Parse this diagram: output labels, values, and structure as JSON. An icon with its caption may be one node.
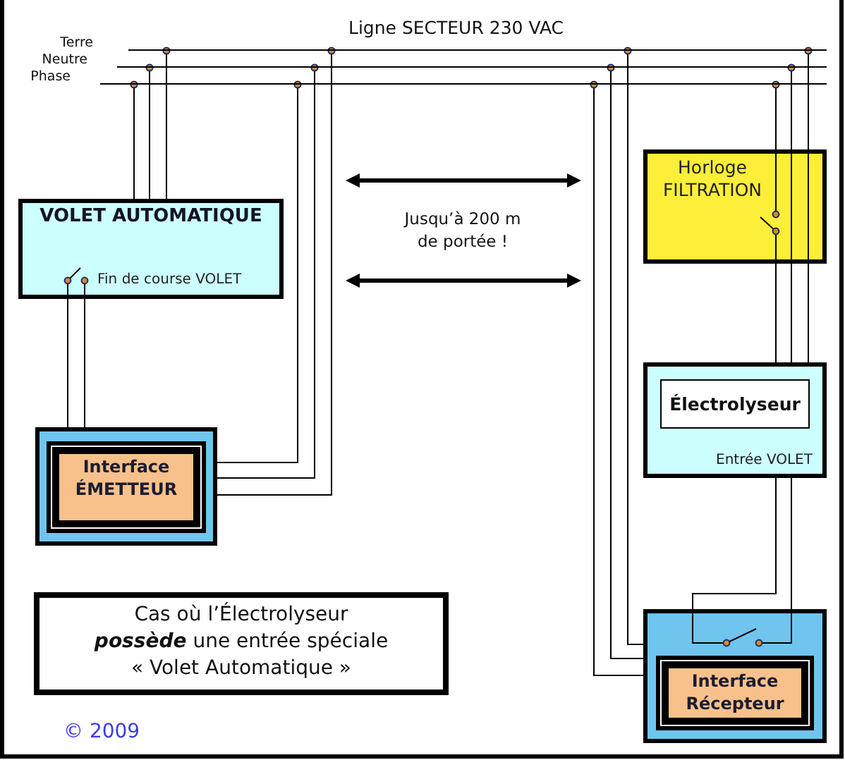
{
  "diagram": {
    "nodes": [
      {
        "text": [
          "Terre"
        ]
      },
      {
        "text": [
          "Neutre"
        ]
      },
      {
        "text": [
          "Phase"
        ]
      },
      {
        "text": [
          "VOLET AUTOMATIQUE",
          "Fin de course VOLET"
        ]
      },
      {
        "text": [
          "Horloge FILTRATION"
        ]
      },
      {
        "text": [],
        "shape": "box"
      },
      {
        "text": [
          "Interface ÉMETTEUR"
        ],
        "in": 5
      },
      {
        "text": [
          "Entrée VOLET"
        ]
      },
      {
        "text": [
          "Électrolyseur"
        ],
        "in": 7
      },
      {
        "text": [
          "Cas où l’Électrolyseur **possède** une entrée spéciale « Volet Automatique »"
        ]
      },
      {
        "text": [],
        "shape": "box"
      },
      {
        "text": [
          "Interface Récepteur"
        ],
        "in": 10
      }
    ],
    "edges": [
      {
        "from": 3,
        "to": 2,
        "arrow": "other"
      },
      {
        "from": 3,
        "to": 1,
        "arrow": "other"
      },
      {
        "from": 3,
        "to": 0,
        "arrow": "other"
      },
      {
        "from": 4,
        "to": 2,
        "arrow": "other"
      },
      {
        "from": 4,
        "to": 1,
        "arrow": "other"
      },
      {
        "from": 4,
        "to": 0,
        "arrow": "other"
      },
      {
        "from": 3,
        "to": 5,
        "arrow": "none"
      },
      {
        "from": 3,
        "to": 5,
        "arrow": "none"
      },
      {
        "from": 5,
        "to": 2,
        "arrow": "other"
      },
      {
        "from": 5,
        "to": 1,
        "arrow": "other"
      },
      {
        "from": 5,
        "to": 0,
        "arrow": "other"
      },
      {
        "from": 4,
        "to": 7,
        "arrow": "none"
      },
      {
        "from": 4,
        "to": 7,
        "arrow": "none"
      },
      {
        "from": 4,
        "to": 7,
        "arrow": "none"
      },
      {
        "from": 10,
        "to": 7,
        "arrow": "none"
      },
      {
        "from": 10,
        "to": 7,
        "arrow": "none"
      },
      {
        "from": 10,
        "to": 0,
        "arrow": "other"
      },
      {
        "from": 10,
        "to": 1,
        "arrow": "other"
      },
      {
        "from": 10,
        "to": 2,
        "arrow": "other"
      }
    ],
    "labels": [
      "Ligne SECTEUR 230 VAC",
      "Jusqu’à 200 m de portée !",
      "© 2009"
    ]
  }
}
